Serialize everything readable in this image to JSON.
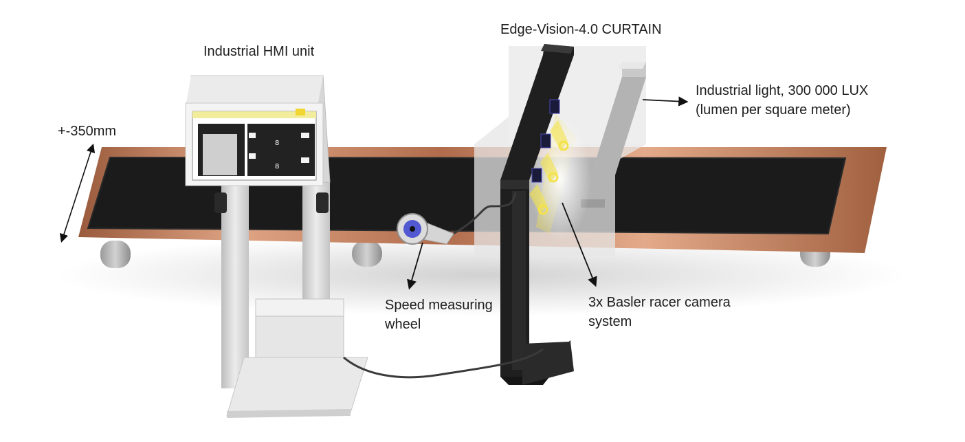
{
  "labels": {
    "hmi_unit": "Industrial HMI unit",
    "curtain": "Edge-Vision-4.0 CURTAIN",
    "light_line1": "Industrial light, 300 000 LUX",
    "light_line2": "(lumen per square meter)",
    "width": "+-350mm",
    "wheel_line1": "Speed measuring",
    "wheel_line2": "wheel",
    "camera_line1": "3x Basler racer camera",
    "camera_line2": "system"
  },
  "hmi_screen": {
    "value_top": "8",
    "value_bottom": "8"
  },
  "colors": {
    "belt_surface": "#1b1b1b",
    "belt_frame": "#b87352",
    "stand": "#dcdcdc",
    "curtain_frame": "#1f1f1f",
    "light_beam": "#f3e24a",
    "wheel_hub": "#3a3fd0"
  }
}
